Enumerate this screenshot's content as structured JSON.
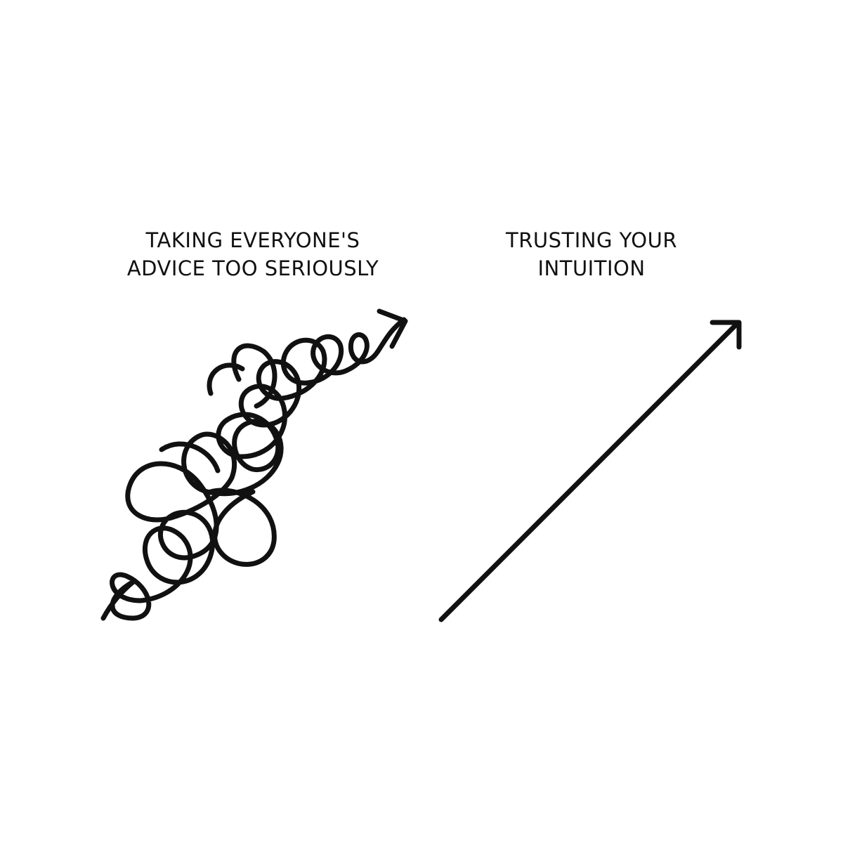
{
  "panels": {
    "left": {
      "caption_line1": "TAKING EVERYONE'S",
      "caption_line2": "ADVICE TOO SERIOUSLY"
    },
    "right": {
      "caption_line1": "TRUSTING YOUR",
      "caption_line2": "INTUITION"
    }
  },
  "colors": {
    "ink": "#111111",
    "background": "#ffffff"
  }
}
